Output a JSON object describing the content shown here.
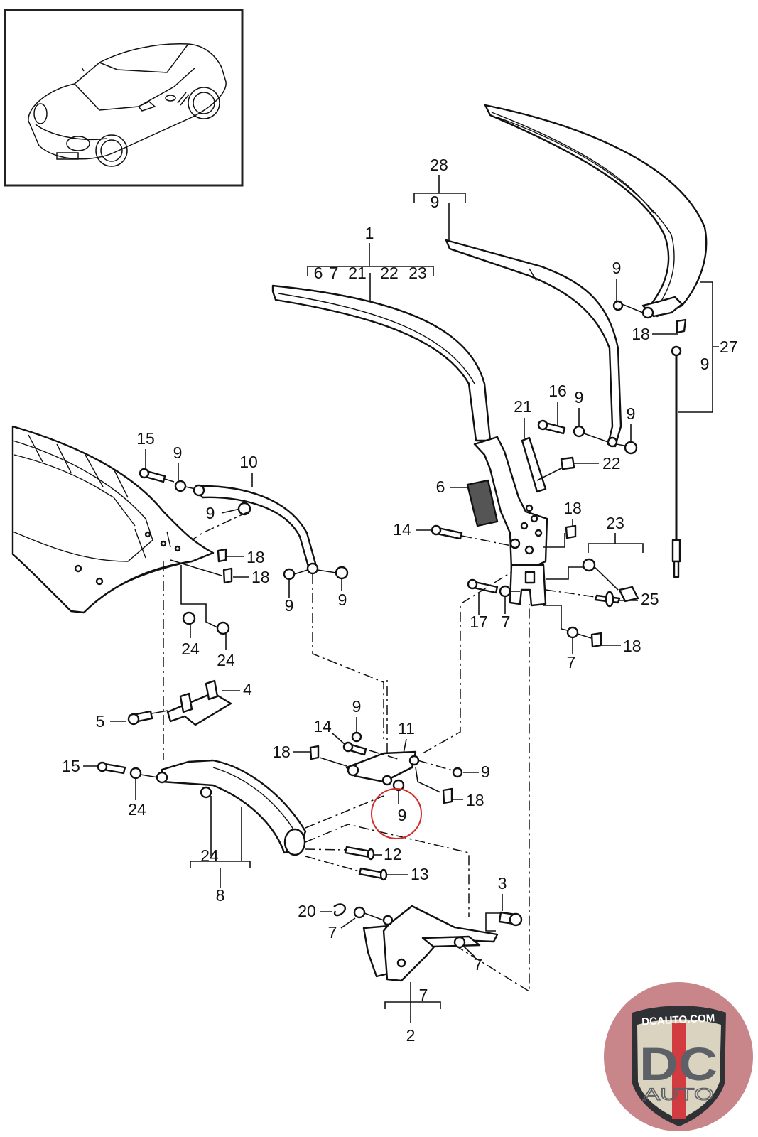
{
  "diagram": {
    "title": "Convertible top frame – rear bow / main pillar assembly (exploded parts view)",
    "thumbnail": {
      "subject": "roadster-convertible-car-icon"
    },
    "highlight": {
      "part": "9",
      "color": "#d22c2c"
    },
    "group_labels": {
      "g1": {
        "main": "1",
        "sub": [
          "6",
          "7",
          "21",
          "22",
          "23"
        ]
      },
      "g28": {
        "main": "28",
        "sub": [
          "9"
        ]
      },
      "g27": {
        "main": "27",
        "sub": [
          "9"
        ]
      },
      "g23": {
        "main": "23"
      },
      "g8": {
        "main": "8",
        "sub": [
          "24"
        ]
      },
      "g2": {
        "main": "2",
        "sub": [
          "7"
        ]
      }
    },
    "callouts": {
      "c9_top_right": "9",
      "c18_top_right": "18",
      "c16": "16",
      "c9_a": "9",
      "c9_b": "9",
      "c21": "21",
      "c22": "22",
      "c6": "6",
      "c14_top": "14",
      "c18_mid": "18",
      "c25": "25",
      "c17": "17",
      "c7_mid": "7",
      "c7_right": "7",
      "c18_right": "18",
      "c15_top": "15",
      "c9_c": "9",
      "c10": "10",
      "c9_d": "9",
      "c18_l1": "18",
      "c18_l2": "18",
      "c9_e": "9",
      "c9_f": "9",
      "c24_a": "24",
      "c24_b": "24",
      "c4": "4",
      "c5": "5",
      "c9_g": "9",
      "c14_low": "14",
      "c11": "11",
      "c18_low_l": "18",
      "c9_h": "9",
      "c15_low": "15",
      "c24_c": "24",
      "c9_circled": "9",
      "c18_low_r": "18",
      "c12": "12",
      "c13": "13",
      "c3": "3",
      "c20": "20",
      "c7_low_l": "7",
      "c7_low_r": "7"
    }
  },
  "watermark": {
    "top_text": "DCAUTO.COM",
    "letters": "DC",
    "bottom_text": "AUTO",
    "colors": {
      "circle": "#c9868a",
      "shield": "#d9d3bf",
      "letters": "#5d6066",
      "stripe": "#d23b3f"
    }
  }
}
